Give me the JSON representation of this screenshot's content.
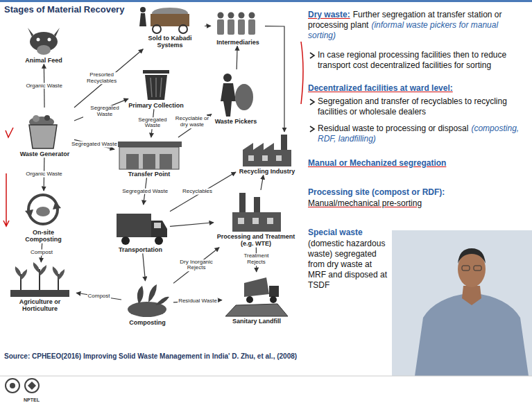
{
  "diagram": {
    "title": "Stages of Material Recovery",
    "caption": "Source: CPHEEO(2016) Improving Solid Waste Management in India' D. Zhu, et al., (2008)",
    "nodes": [
      {
        "text": [
          "Animal Feed"
        ]
      },
      {
        "text": [
          "Sold to Kabadi Systems"
        ]
      },
      {
        "text": [
          "Intermediaries"
        ]
      },
      {
        "text": [
          "Primary Collection"
        ]
      },
      {
        "text": [
          "Waste Pickers"
        ]
      },
      {
        "text": [
          "Waste Generator"
        ]
      },
      {
        "text": [
          "Transfer Point"
        ]
      },
      {
        "text": [
          "Recycling Industry"
        ]
      },
      {
        "text": [
          "On-site Composting"
        ]
      },
      {
        "text": [
          "Transportation"
        ]
      },
      {
        "text": [
          "Processing and Treatment (e.g. WTE)"
        ]
      },
      {
        "text": [
          "Agriculture or Horticulture"
        ]
      },
      {
        "text": [
          "Composting"
        ]
      },
      {
        "text": [
          "Sanitary Landfill"
        ]
      }
    ],
    "edges": [
      {
        "from": 5,
        "to": 0,
        "arrow": "to",
        "label": "Organic Waste"
      },
      {
        "from": 5,
        "to": 1,
        "arrow": "to",
        "label": "Presorted Recyclables"
      },
      {
        "from": 5,
        "to": 3,
        "arrow": "to",
        "label": "Segregated Waste"
      },
      {
        "from": 5,
        "to": 6,
        "arrow": "to",
        "label": "Segregated Waste"
      },
      {
        "from": 5,
        "to": 8,
        "arrow": "to",
        "label": "Organic Waste"
      },
      {
        "from": 8,
        "to": 11,
        "arrow": "to",
        "label": "Compost"
      },
      {
        "from": 3,
        "to": 6,
        "arrow": "to",
        "label": "Segregated Waste"
      },
      {
        "from": 1,
        "to": 2,
        "arrow": "to"
      },
      {
        "from": 6,
        "to": 4,
        "arrow": "to",
        "label": "Recyclable or dry waste"
      },
      {
        "from": 4,
        "to": 2,
        "arrow": "to"
      },
      {
        "from": 2,
        "to": 7,
        "arrow": "to"
      },
      {
        "from": 6,
        "to": 9,
        "arrow": "to",
        "label": "Segregated Waste"
      },
      {
        "from": 9,
        "to": 7,
        "arrow": "to",
        "label": "Recyclables"
      },
      {
        "from": 9,
        "to": 10,
        "arrow": "to"
      },
      {
        "from": 9,
        "to": 12,
        "arrow": "to"
      },
      {
        "from": 12,
        "to": 11,
        "arrow": "to",
        "label": "Compost"
      },
      {
        "from": 12,
        "to": 10,
        "arrow": "to",
        "label": "Dry Inorganic Rejects"
      },
      {
        "from": 12,
        "to": 13,
        "arrow": "to",
        "label": "Residual Waste"
      },
      {
        "from": 10,
        "to": 13,
        "arrow": "to",
        "label": "Treatment Rejects"
      },
      {
        "from": 10,
        "to": 7,
        "arrow": "to"
      }
    ],
    "labels": [
      "Dry waste:",
      "Further segregation at transfer station or processing plant",
      "(informal waste pickers for manual sorting)",
      "In case regional processing facilities then to reduce transport cost decentralized facilities for sorting",
      "Decentralized facilities at ward level:",
      "Segregation and transfer of recyclables to recycling facilities or wholesale dealers",
      "Residual waste to processing or disposal",
      "(composting, RDF, landfilling)",
      "Manual or Mechanized segregation",
      "Processing site (compost or RDF):",
      "Manual/mechanical pre-sorting",
      "Special waste",
      "(domestic hazardous waste) segregated from dry waste at MRF and disposed at TSDF",
      "NPTEL"
    ]
  }
}
